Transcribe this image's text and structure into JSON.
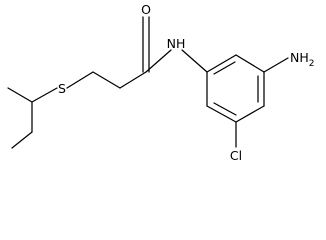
{
  "colors": {
    "bond": "#000000",
    "background": "#ffffff"
  },
  "atoms": {
    "oxygen": {
      "symbol": "O"
    },
    "amide_nitrogen": {
      "symbol": "NH"
    },
    "sulfur": {
      "symbol": "S"
    },
    "amino": {
      "symbol": "NH",
      "subscript": "2"
    },
    "chlorine": {
      "symbol": "Cl"
    }
  }
}
